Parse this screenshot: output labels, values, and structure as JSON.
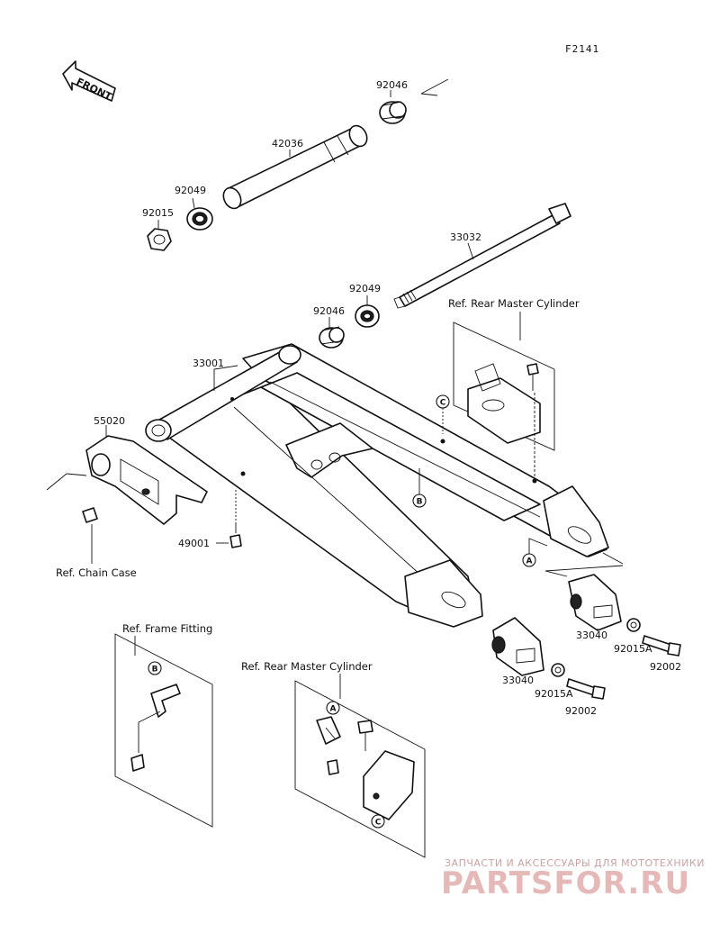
{
  "figure_code": "F2141",
  "front_label": "FRONT",
  "part_labels": {
    "p92046_top": "92046",
    "p42036": "42036",
    "p92049_left": "92049",
    "p92015": "92015",
    "p33032": "33032",
    "p92049_mid": "92049",
    "p92046_mid": "92046",
    "p33001": "33001",
    "p55020": "55020",
    "p49001": "49001",
    "p33040_right": "33040",
    "p92015a_right": "92015A",
    "p92002_right": "92002",
    "p33040_left": "33040",
    "p92015a_left": "92015A",
    "p92002_left": "92002"
  },
  "references": {
    "rear_master_cylinder_top": "Ref. Rear Master Cylinder",
    "chain_case": "Ref. Chain Case",
    "frame_fitting": "Ref. Frame Fitting",
    "rear_master_cylinder_bottom": "Ref. Rear Master Cylinder"
  },
  "callouts": {
    "a": "A",
    "b": "B",
    "c": "C"
  },
  "watermark": {
    "subtitle": "ЗАПЧАСТИ И АКСЕССУАРЫ ДЛЯ МОТОТЕХНИКИ",
    "brand": "PARTSFOR.RU"
  }
}
